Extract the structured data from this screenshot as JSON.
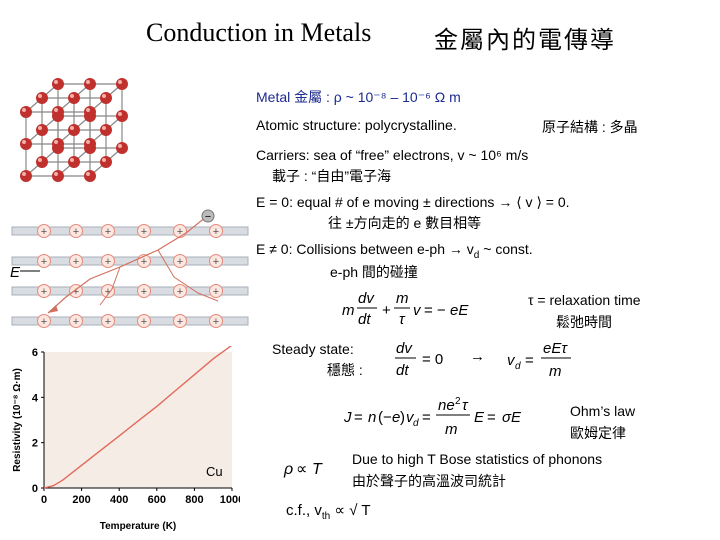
{
  "title": {
    "english": "Conduction in Metals",
    "chinese": "金屬內的電傳導"
  },
  "lines": {
    "metal": "Metal  金屬 :  ρ ~ 10⁻⁸ – 10⁻⁶  Ω m",
    "atomic": "Atomic structure:  polycrystalline.",
    "atomic_zh": "原子結構 : 多晶",
    "carriers": "Carriers:  sea of “free” electrons,  v ~ 10⁶ m/s",
    "carriers_zh": "載子 :  “自由”電子海",
    "e0": "E = 0:  equal # of e moving ± directions → ⟨ v ⟩ = 0.",
    "e0_zh": "往 ±方向走的 e 數目相等",
    "ene0": "E ≠ 0:  Collisions between e-ph  →  v",
    "ene0_sub": "d",
    "ene0_tail": " ~ const.",
    "ene0_zh": "e-ph 間的碰撞",
    "tau": "τ = relaxation time",
    "tau_zh": "鬆弛時間",
    "steady": "Steady state:",
    "steady_zh": "穩態 :",
    "arrow": "→",
    "ohm": "Ohm’s law",
    "ohm_zh": "歐姆定律",
    "bose": "Due to high T Bose statistics of phonons",
    "bose_zh": "由於聲子的高溫波司統計",
    "cf": "c.f.,  v",
    "cf_sub": "th",
    "cf_tail": " ∝ √ T"
  },
  "equations": {
    "eq1": "m dv/dt + m v/τ = −eE",
    "eq2": "dv/dt = 0",
    "eq3": "v_d = eEτ/m",
    "eq4": "J = n(−e)v_d = ne²τ/m E = σE",
    "eq5": "ρ ∝ T"
  },
  "diagram": {
    "e_label": "E",
    "charge_plus": "+",
    "charge_minus": "−"
  },
  "chart_data": {
    "type": "line",
    "title": "",
    "xlabel": "Temperature (K)",
    "ylabel": "Resistivity (10⁻⁸ Ω·m)",
    "x_ticks": [
      "0",
      "200",
      "400",
      "600",
      "800",
      "1000"
    ],
    "y_ticks": [
      "0",
      "2",
      "4",
      "6"
    ],
    "xlim": [
      0,
      1000
    ],
    "ylim": [
      0,
      6
    ],
    "annotation": "Cu",
    "series": [
      {
        "x": [
          0,
          50,
          100,
          200,
          300,
          400,
          500,
          600,
          700,
          800,
          900,
          1000
        ],
        "y": [
          0.0,
          0.1,
          0.35,
          1.0,
          1.65,
          2.3,
          2.95,
          3.6,
          4.3,
          5.0,
          5.7,
          6.4
        ]
      }
    ]
  },
  "colors": {
    "accent": "#1b2a8f",
    "sphere": "#c0302c",
    "charge": "#e88a7a",
    "graph_bg": "#f5ece6"
  }
}
